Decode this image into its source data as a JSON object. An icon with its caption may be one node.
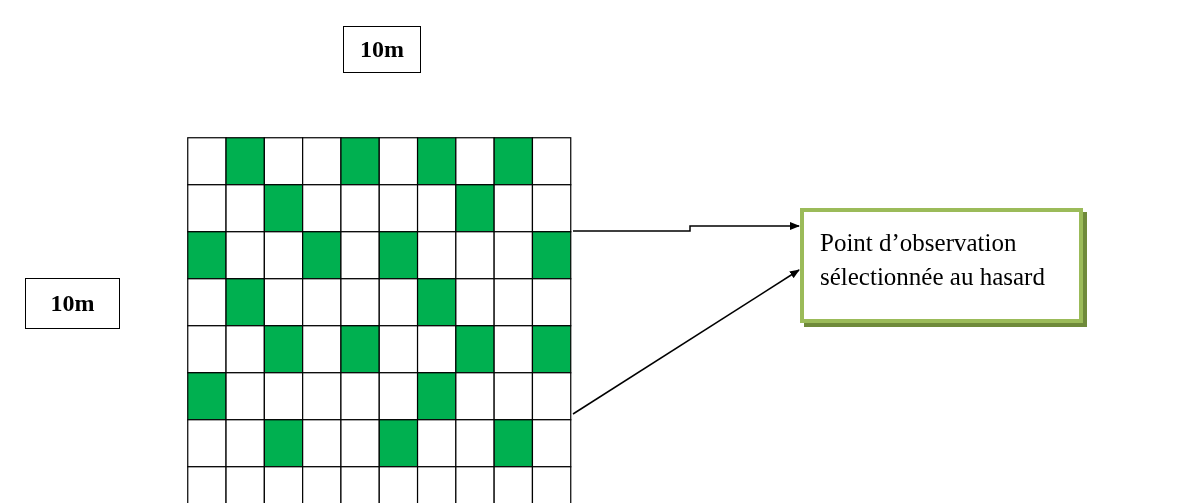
{
  "diagram": {
    "nodes": [
      {
        "text": [
          "10m"
        ]
      },
      {
        "text": [
          "10m"
        ]
      },
      {
        "text": [],
        "shape": "picture"
      },
      {
        "text": [
          "Point d’observation sélectionnée au hasard"
        ]
      }
    ],
    "edges": [
      {
        "from": 2,
        "to": 3,
        "arrow": "to"
      },
      {
        "from": 2,
        "to": 3,
        "arrow": "to"
      }
    ]
  }
}
